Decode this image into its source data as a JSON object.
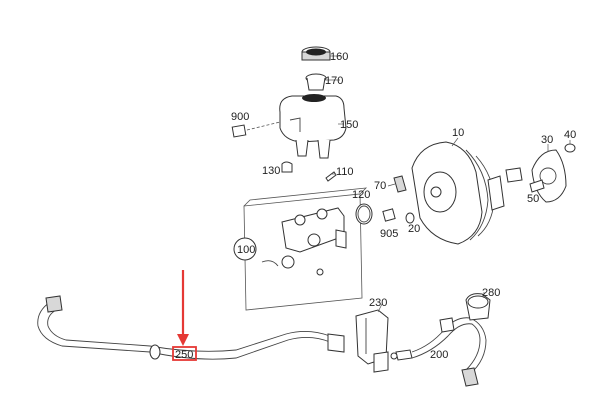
{
  "callouts": {
    "c10": "10",
    "c20": "20",
    "c30": "30",
    "c40": "40",
    "c50": "50",
    "c70": "70",
    "c100": "100",
    "c110": "110",
    "c120": "120",
    "c130": "130",
    "c150": "150",
    "c160": "160",
    "c170": "170",
    "c200": "200",
    "c230": "230",
    "c250": "250",
    "c280": "280",
    "c900": "900",
    "c905": "905"
  },
  "highlight": {
    "part": "250",
    "color": "#e53935"
  }
}
